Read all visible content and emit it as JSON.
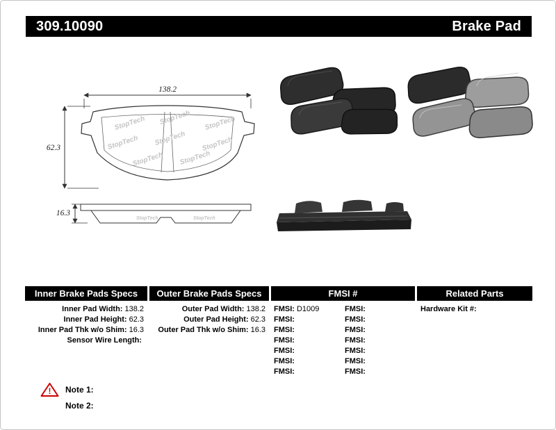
{
  "header": {
    "part_number": "309.10090",
    "product_title": "Brake Pad"
  },
  "colors": {
    "header_bg": "#000000",
    "warning_red": "#cc0000"
  },
  "diagram": {
    "watermark": "StopTech",
    "dims": {
      "width": "138.2",
      "height": "62.3",
      "thickness": "16.3"
    }
  },
  "tables": {
    "inner": {
      "title": "Inner Brake Pads Specs",
      "rows": [
        {
          "label": "Inner Pad Width:",
          "value": "138.2"
        },
        {
          "label": "Inner Pad Height:",
          "value": "62.3"
        },
        {
          "label": "Inner Pad Thk w/o Shim:",
          "value": "16.3"
        },
        {
          "label": "Sensor Wire Length:",
          "value": ""
        }
      ]
    },
    "outer": {
      "title": "Outer Brake Pads Specs",
      "rows": [
        {
          "label": "Outer Pad Width:",
          "value": "138.2"
        },
        {
          "label": "Outer Pad Height:",
          "value": "62.3"
        },
        {
          "label": "Outer Pad Thk w/o Shim:",
          "value": "16.3"
        }
      ]
    },
    "fmsi": {
      "title": "FMSI #",
      "left_rows": [
        {
          "label": "FMSI:",
          "value": "D1009"
        },
        {
          "label": "FMSI:",
          "value": ""
        },
        {
          "label": "FMSI:",
          "value": ""
        },
        {
          "label": "FMSI:",
          "value": ""
        },
        {
          "label": "FMSI:",
          "value": ""
        },
        {
          "label": "FMSI:",
          "value": ""
        },
        {
          "label": "FMSI:",
          "value": ""
        }
      ],
      "right_rows": [
        {
          "label": "FMSI:",
          "value": ""
        },
        {
          "label": "FMSI:",
          "value": ""
        },
        {
          "label": "FMSI:",
          "value": ""
        },
        {
          "label": "FMSI:",
          "value": ""
        },
        {
          "label": "FMSI:",
          "value": ""
        },
        {
          "label": "FMSI:",
          "value": ""
        },
        {
          "label": "FMSI:",
          "value": ""
        }
      ]
    },
    "related": {
      "title": "Related Parts",
      "rows": [
        {
          "label": "Hardware Kit #:",
          "value": ""
        }
      ]
    }
  },
  "notes": {
    "icon": "warning-triangle-icon",
    "items": [
      {
        "label": "Note 1:",
        "text": ""
      },
      {
        "label": "Note 2:",
        "text": ""
      }
    ]
  }
}
